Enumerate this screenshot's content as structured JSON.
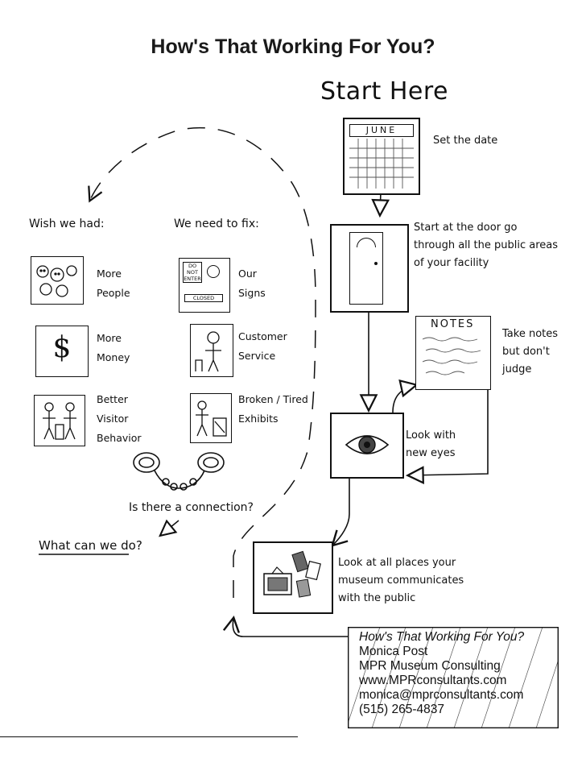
{
  "title": "How's That Working For You?",
  "start_here": "Start Here",
  "calendar_month": "JUNE",
  "steps": [
    {
      "lines": [
        "Set the date"
      ]
    },
    {
      "lines": [
        "Start at the door go",
        "through all the public areas",
        "of your facility"
      ]
    },
    {
      "lines": [
        "Take notes",
        "but don't",
        "judge"
      ]
    },
    {
      "lines": [
        "Look with",
        "new eyes"
      ]
    },
    {
      "lines": [
        "Look at all places your",
        "museum communicates",
        "with the public"
      ]
    }
  ],
  "notes_header": "NOTES",
  "door_sign": "",
  "wish_header": "Wish we had:",
  "fix_header": "We need to fix:",
  "wishes": [
    {
      "lines": [
        "More",
        "People"
      ],
      "icon": "people-icon"
    },
    {
      "lines": [
        "More",
        "Money"
      ],
      "icon": "dollar-icon",
      "glyph": "$"
    },
    {
      "lines": [
        "Better",
        "Visitor",
        "Behavior"
      ],
      "icon": "visitor-behavior-icon"
    }
  ],
  "fixes": [
    {
      "lines": [
        "Our",
        "Signs"
      ],
      "icon": "signs-icon"
    },
    {
      "lines": [
        "Customer",
        "Service"
      ],
      "icon": "customer-service-icon"
    },
    {
      "lines": [
        "Broken / Tired",
        "Exhibits"
      ],
      "icon": "exhibit-icon"
    }
  ],
  "sign_words": {
    "do_not": "DO NOT",
    "enter": "ENTER",
    "closed": "CLOSED"
  },
  "connection_question": "Is there a connection?",
  "what_can_we_do": "What can we do?",
  "contact": {
    "line1": "How's That Working For You?",
    "name": "Monica Post",
    "company": "MPR Museum Consulting",
    "web": "www.MPRconsultants.com",
    "email": "monica@mprconsultants.com",
    "phone": "(515) 265-4837"
  },
  "colors": {
    "ink": "#111111",
    "paper": "#ffffff"
  }
}
